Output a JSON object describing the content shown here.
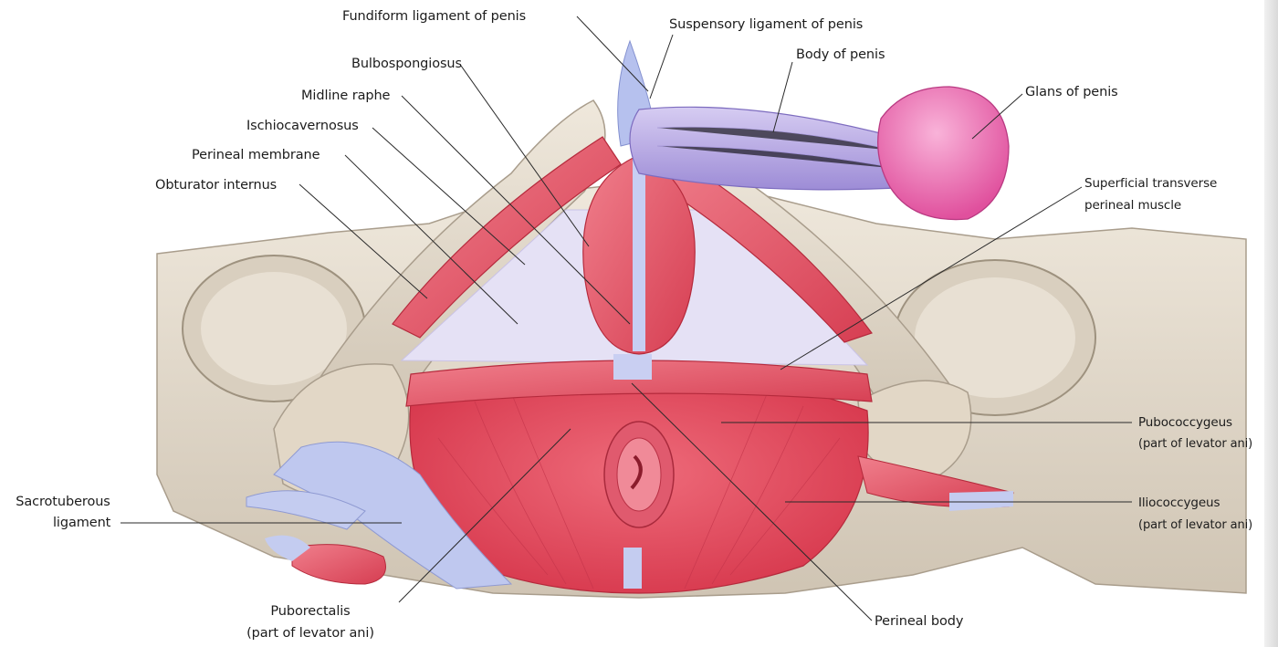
{
  "labels": {
    "fundiform": "Fundiform ligament of penis",
    "suspensory": "Suspensory ligament of penis",
    "body": "Body of penis",
    "bulbospongiosus": "Bulbospongiosus",
    "glans": "Glans of penis",
    "midline_raphe": "Midline raphe",
    "ischiocavernosus": "Ischiocavernosus",
    "perineal_membrane": "Perineal membrane",
    "obturator_internus": "Obturator internus",
    "superficial_transverse_1": "Superficial transverse",
    "superficial_transverse_2": "perineal muscle",
    "pubococcygeus_1": "Pubococcygeus",
    "pubococcygeus_2": "(part of levator ani)",
    "iliococcygeus_1": "Iliococcygeus",
    "iliococcygeus_2": "(part of levator ani)",
    "sacrotuberous_1": "Sacrotuberous",
    "sacrotuberous_2": "ligament",
    "puborectalis_1": "Puborectalis",
    "puborectalis_2": "(part of levator ani)",
    "perineal_body": "Perineal body"
  },
  "colors": {
    "bone": "#e6ddd0",
    "bone_shadow": "#b9ad9c",
    "muscle": "#e24a5c",
    "muscle_light": "#f07a88",
    "ligament": "#b8c2ee",
    "penis_body": "#b7a8e4",
    "glans": "#ee6fb4",
    "membrane": "#e4e0f4"
  }
}
